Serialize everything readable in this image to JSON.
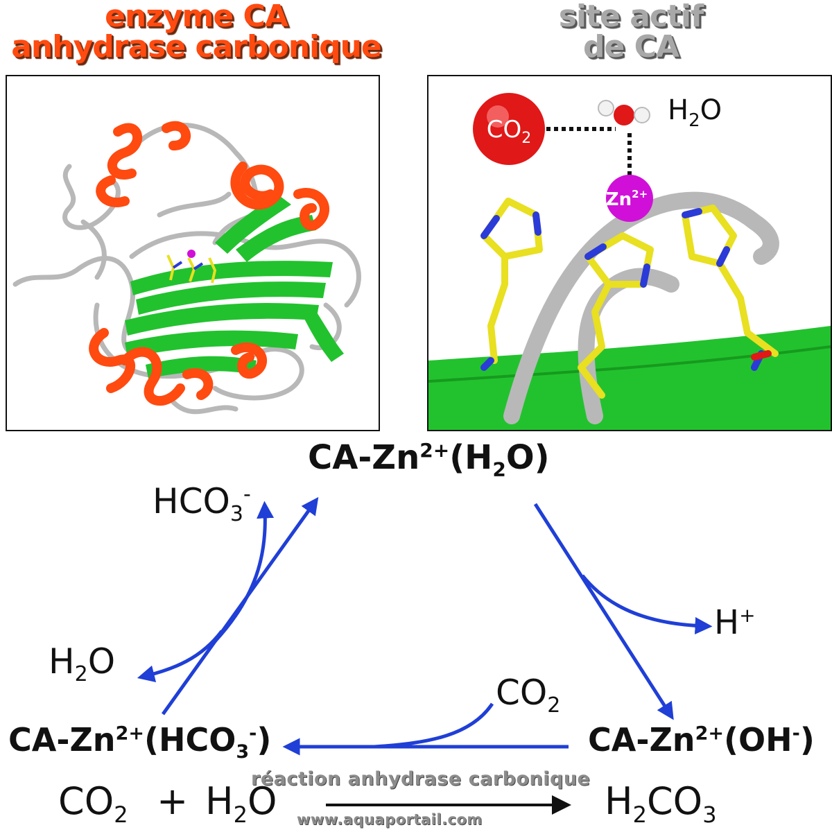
{
  "titles": {
    "left_line1": "enzyme CA",
    "left_line2": "anhydrase carbonique",
    "right_line1": "site actif",
    "right_line2": "de CA"
  },
  "active_site": {
    "co2": "CO",
    "co2_sub": "2",
    "zn": "Zn",
    "zn_sup": "2+",
    "h2o_h": "H",
    "h2o_sub": "2",
    "h2o_o": "O"
  },
  "cycle": {
    "top": {
      "a": "CA-Zn",
      "sup": "2+",
      "b": "(H",
      "sub": "2",
      "c": "O)"
    },
    "right": {
      "a": "CA-Zn",
      "sup": "2+",
      "b": "(OH",
      "sup2": "-",
      "c": ")"
    },
    "left": {
      "a": "CA-Zn",
      "sup": "2+",
      "b": "(HCO",
      "sub": "3",
      "sup2": "-",
      "c": ")"
    },
    "hco3": {
      "a": "HCO",
      "sub": "3",
      "sup": "-"
    },
    "hplus": {
      "a": "H",
      "sup": "+"
    },
    "water": {
      "a": "H",
      "sub": "2",
      "b": "O"
    },
    "co2": {
      "a": "CO",
      "sub": "2"
    }
  },
  "equation": {
    "co2": "CO",
    "co2_sub": "2",
    "plus": "+",
    "h2o_h": "H",
    "h2o_sub": "2",
    "h2o_o": "O",
    "product_h": "H",
    "product_sub": "2",
    "product_co": "CO",
    "product_sub2": "3"
  },
  "watermarks": {
    "reaction": "réaction anhydrase carbonique",
    "site": "www.aquaportail.com"
  },
  "colors": {
    "helix": "#ff4a10",
    "sheet": "#22c22e",
    "loop": "#b8b8b8",
    "arrow": "#1f3fd6",
    "zinc": "#d010d8",
    "co2_sphere": "#e01818"
  }
}
